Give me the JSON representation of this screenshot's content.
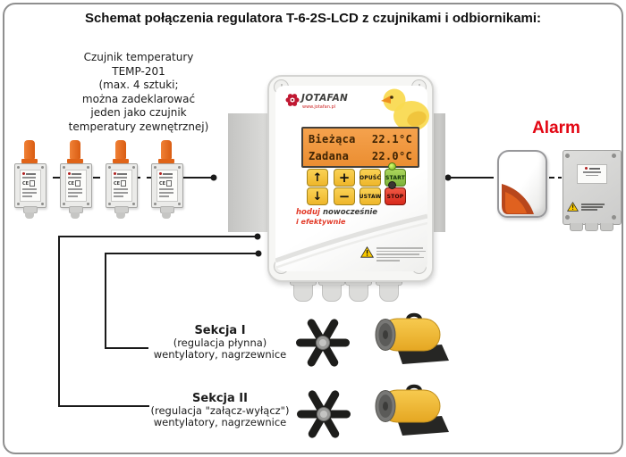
{
  "title": "Schemat połączenia regulatora T-6-2S-LCD z czujnikami i odbiornikami:",
  "sensor_group": {
    "description_lines": [
      "Czujnik temperatury",
      "TEMP-201",
      "(max. 4 sztuki;",
      "można zadeklarować",
      "jeden jako czujnik",
      "temperatury zewnętrznej)"
    ],
    "count": 4,
    "label_mark": "CE"
  },
  "controller": {
    "brand": "JOTAFAN",
    "website": "www.jotafan.pl",
    "lcd": {
      "row1_label": "Bieżąca",
      "row1_value": "22.1°C",
      "row2_label": "Zadana",
      "row2_value": "22.0°C"
    },
    "buttons": {
      "up": "↑",
      "down": "↓",
      "plus": "+",
      "minus": "−",
      "release": "OPUŚĆ",
      "set": "USTAW",
      "start": "START",
      "stop": "STOP"
    },
    "slogan": {
      "word1": "hoduj",
      "word2": "nowocześnie",
      "line2": "i efektywnie"
    }
  },
  "alarm": {
    "label": "Alarm"
  },
  "sections": [
    {
      "name": "Sekcja I",
      "mode": "(regulacja płynna)",
      "devices": "wentylatory, nagrzewnice"
    },
    {
      "name": "Sekcja II",
      "mode": "(regulacja \"załącz-wyłącz\")",
      "devices": "wentylatory, nagrzewnice"
    }
  ],
  "colors": {
    "alarm_red": "#e30613",
    "lcd_bg": "#f09a40",
    "lcd_text": "#3f2404",
    "button_yellow": "#f3c33a",
    "start_green": "#8cc43e",
    "stop_red": "#e0362a",
    "sensor_cap_orange": "#ea6c1e",
    "heater_yellow": "#eeb93c",
    "wire_black": "#1a1a1a"
  }
}
